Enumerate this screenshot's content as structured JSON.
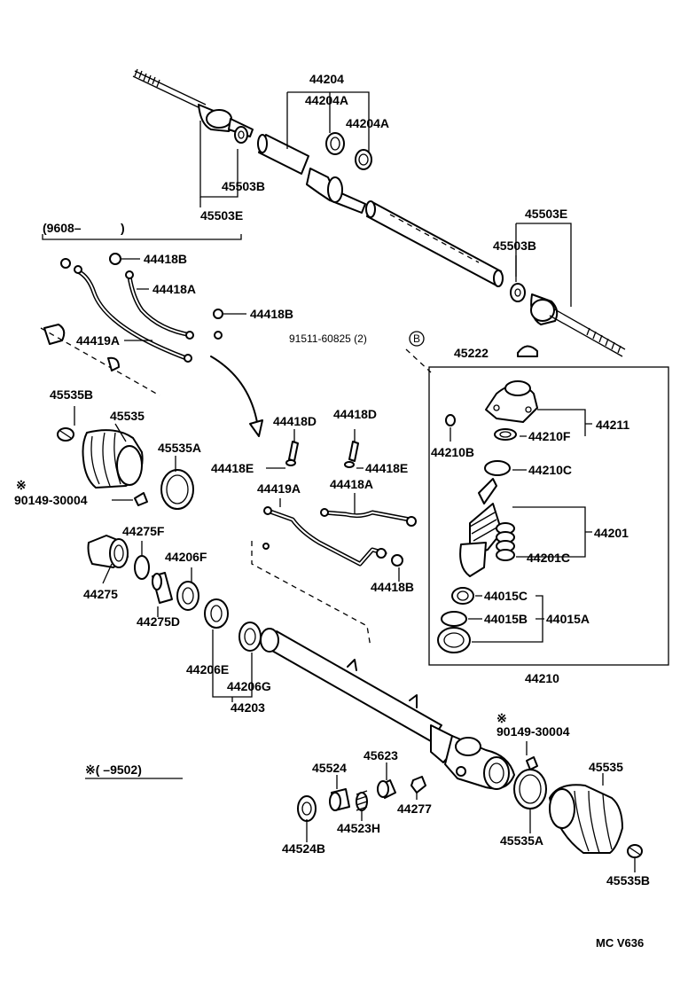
{
  "labels": {
    "p44204": "44204",
    "p44204A_1": "44204A",
    "p44204A_2": "44204A",
    "p45503B_top": "45503B",
    "p45503E_top": "45503E",
    "p45503E_right": "45503E",
    "p45503B_right": "45503B",
    "p45222": "45222",
    "note_9608": "(9608–",
    "note_9608_close": ")",
    "p44418B_1": "44418B",
    "p44418A_1": "44418A",
    "p44418B_2": "44418B",
    "p44419A_1": "44419A",
    "bolt_91511": "91511-60825 (2)",
    "circle_B": "B",
    "p45535B_left": "45535B",
    "p45535_left": "45535",
    "p45535A_left": "45535A",
    "ref_mark_1": "※",
    "p90149_left": "90149-30004",
    "p44418D_1": "44418D",
    "p44418D_2": "44418D",
    "p44418E_1": "44418E",
    "p44418E_2": "44418E",
    "p44419A_2": "44419A",
    "p44418A_2": "44418A",
    "p44418B_3": "44418B",
    "p44275F": "44275F",
    "p44206F": "44206F",
    "p44275": "44275",
    "p44275D": "44275D",
    "p44206E": "44206E",
    "p44206G": "44206G",
    "p44203": "44203",
    "p44210B": "44210B",
    "p44211": "44211",
    "p44210F": "44210F",
    "p44210C": "44210C",
    "p44201": "44201",
    "p44201C": "44201C",
    "p44015C": "44015C",
    "p44015B": "44015B",
    "p44015A": "44015A",
    "p44210": "44210",
    "ref_mark_2": "※",
    "p90149_right": "90149-30004",
    "note_9502": "※(    –9502)",
    "p45524": "45524",
    "p45623": "45623",
    "p44277": "44277",
    "p44523H": "44523H",
    "p44524B": "44524B",
    "p45535_right": "45535",
    "p45535A_right": "45535A",
    "p45535B_right": "45535B",
    "footer_code": "MC  V636"
  }
}
